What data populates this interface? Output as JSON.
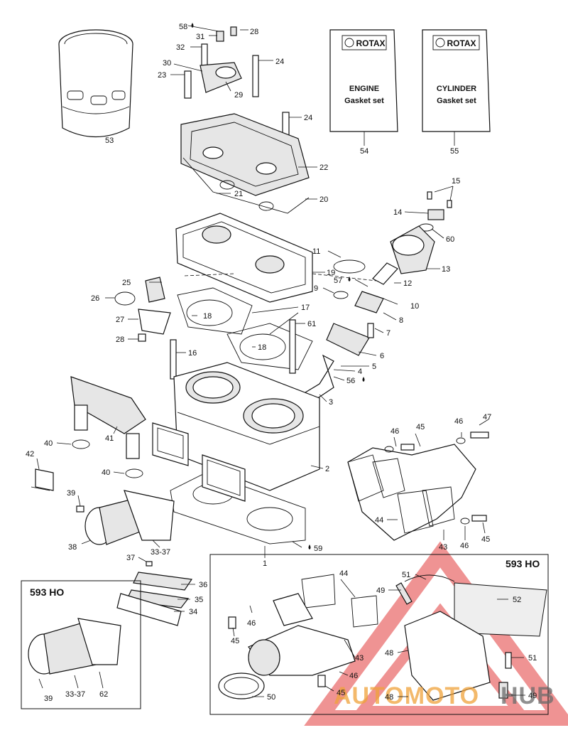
{
  "callouts": [
    {
      "id": "c58",
      "text": "58"
    },
    {
      "id": "c31",
      "text": "31"
    },
    {
      "id": "c28a",
      "text": "28"
    },
    {
      "id": "c32",
      "text": "32"
    },
    {
      "id": "c24a",
      "text": "24"
    },
    {
      "id": "c30",
      "text": "30"
    },
    {
      "id": "c23",
      "text": "23"
    },
    {
      "id": "c29",
      "text": "29"
    },
    {
      "id": "c24b",
      "text": "24"
    },
    {
      "id": "c53",
      "text": "53"
    },
    {
      "id": "c22",
      "text": "22"
    },
    {
      "id": "c21",
      "text": "21"
    },
    {
      "id": "c20",
      "text": "20"
    },
    {
      "id": "c54",
      "text": "54"
    },
    {
      "id": "c55",
      "text": "55"
    },
    {
      "id": "c15",
      "text": "15"
    },
    {
      "id": "c14",
      "text": "14"
    },
    {
      "id": "c60",
      "text": "60"
    },
    {
      "id": "c11",
      "text": "11"
    },
    {
      "id": "c13",
      "text": "13"
    },
    {
      "id": "c25",
      "text": "25"
    },
    {
      "id": "c19",
      "text": "19"
    },
    {
      "id": "c57",
      "text": "57"
    },
    {
      "id": "c12",
      "text": "12"
    },
    {
      "id": "c26",
      "text": "26"
    },
    {
      "id": "c9",
      "text": "9"
    },
    {
      "id": "c10",
      "text": "10"
    },
    {
      "id": "c18a",
      "text": "18"
    },
    {
      "id": "c17",
      "text": "17"
    },
    {
      "id": "c8",
      "text": "8"
    },
    {
      "id": "c27",
      "text": "27"
    },
    {
      "id": "c61",
      "text": "61"
    },
    {
      "id": "c7",
      "text": "7"
    },
    {
      "id": "c28b",
      "text": "28"
    },
    {
      "id": "c18b",
      "text": "18"
    },
    {
      "id": "c6",
      "text": "6"
    },
    {
      "id": "c16",
      "text": "16"
    },
    {
      "id": "c5",
      "text": "5"
    },
    {
      "id": "c4",
      "text": "4"
    },
    {
      "id": "c56",
      "text": "56"
    },
    {
      "id": "c3",
      "text": "3"
    },
    {
      "id": "c47",
      "text": "47"
    },
    {
      "id": "c46a",
      "text": "46"
    },
    {
      "id": "c45a",
      "text": "45"
    },
    {
      "id": "c46b",
      "text": "46"
    },
    {
      "id": "c40a",
      "text": "40"
    },
    {
      "id": "c41",
      "text": "41"
    },
    {
      "id": "c42",
      "text": "42"
    },
    {
      "id": "c2",
      "text": "2"
    },
    {
      "id": "c40b",
      "text": "40"
    },
    {
      "id": "c39a",
      "text": "39"
    },
    {
      "id": "c44a",
      "text": "44"
    },
    {
      "id": "c38",
      "text": "38"
    },
    {
      "id": "c3337a",
      "text": "33-37"
    },
    {
      "id": "c43a",
      "text": "43"
    },
    {
      "id": "c46c",
      "text": "46"
    },
    {
      "id": "c45b",
      "text": "45"
    },
    {
      "id": "c59",
      "text": "59"
    },
    {
      "id": "c1",
      "text": "1"
    },
    {
      "id": "c37",
      "text": "37"
    },
    {
      "id": "c36",
      "text": "36"
    },
    {
      "id": "c35",
      "text": "35"
    },
    {
      "id": "c34",
      "text": "34"
    },
    {
      "id": "c51a",
      "text": "51"
    },
    {
      "id": "c44b",
      "text": "44"
    },
    {
      "id": "c49a",
      "text": "49"
    },
    {
      "id": "c52",
      "text": "52"
    },
    {
      "id": "c46d",
      "text": "46"
    },
    {
      "id": "c45c",
      "text": "45"
    },
    {
      "id": "c43b",
      "text": "43"
    },
    {
      "id": "c48a",
      "text": "48"
    },
    {
      "id": "c51b",
      "text": "51"
    },
    {
      "id": "c46e",
      "text": "46"
    },
    {
      "id": "c39b",
      "text": "39"
    },
    {
      "id": "c3337b",
      "text": "33-37"
    },
    {
      "id": "c62",
      "text": "62"
    },
    {
      "id": "c50",
      "text": "50"
    },
    {
      "id": "c45d",
      "text": "45"
    },
    {
      "id": "c48b",
      "text": "48"
    },
    {
      "id": "c49b",
      "text": "49"
    }
  ],
  "kits": {
    "engine": {
      "brand": "ROTAX",
      "line1": "ENGINE",
      "line2": "Gasket set"
    },
    "cylinder": {
      "brand": "ROTAX",
      "line1": "CYLINDER",
      "line2": "Gasket set"
    }
  },
  "insets": {
    "left_title": "593 HO",
    "right_title": "593 HO"
  },
  "watermark": {
    "part1": "AUTOMOTO",
    "part2": "HUB",
    "color_red": "#e23b3b",
    "color_orange": "#f0a23a",
    "color_gray": "#6b6b6b"
  }
}
